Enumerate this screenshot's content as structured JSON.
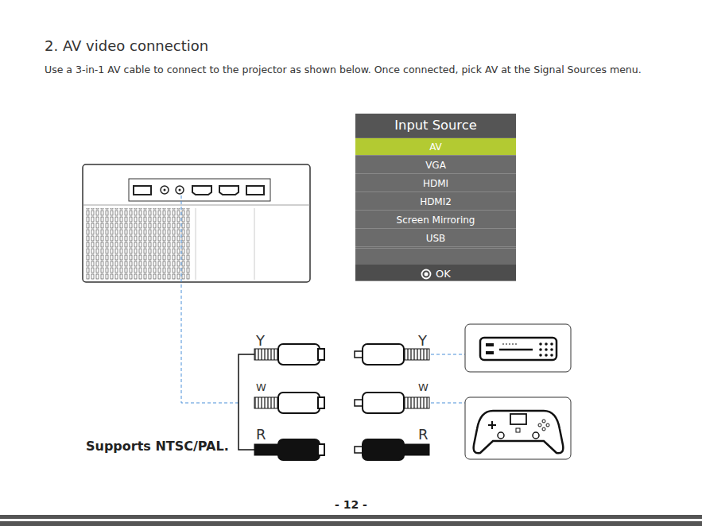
{
  "diagram": {
    "title": "2. AV video connection",
    "nodes": [
      {
        "text": [
          "Input Source"
        ]
      },
      {
        "text": [
          "AV"
        ],
        "in": 0
      },
      {
        "text": [
          "VGA"
        ],
        "in": 0
      },
      {
        "text": [
          "HDMI"
        ],
        "in": 0
      },
      {
        "text": [
          "HDMI2"
        ],
        "in": 0
      },
      {
        "text": [
          "Screen Mirroring"
        ],
        "in": 0
      },
      {
        "text": [
          "USB"
        ],
        "in": 0
      },
      {
        "text": [
          "OK"
        ],
        "in": 0
      }
    ],
    "labels": [
      "Use a 3-in-1 AV cable to connect to the projector as shown below. Once connected, pick AV at the Signal Sources menu.",
      "Y",
      "W",
      "R",
      "Y",
      "W",
      "R",
      "Supports NTSC/PAL.",
      "- 12 -"
    ]
  }
}
